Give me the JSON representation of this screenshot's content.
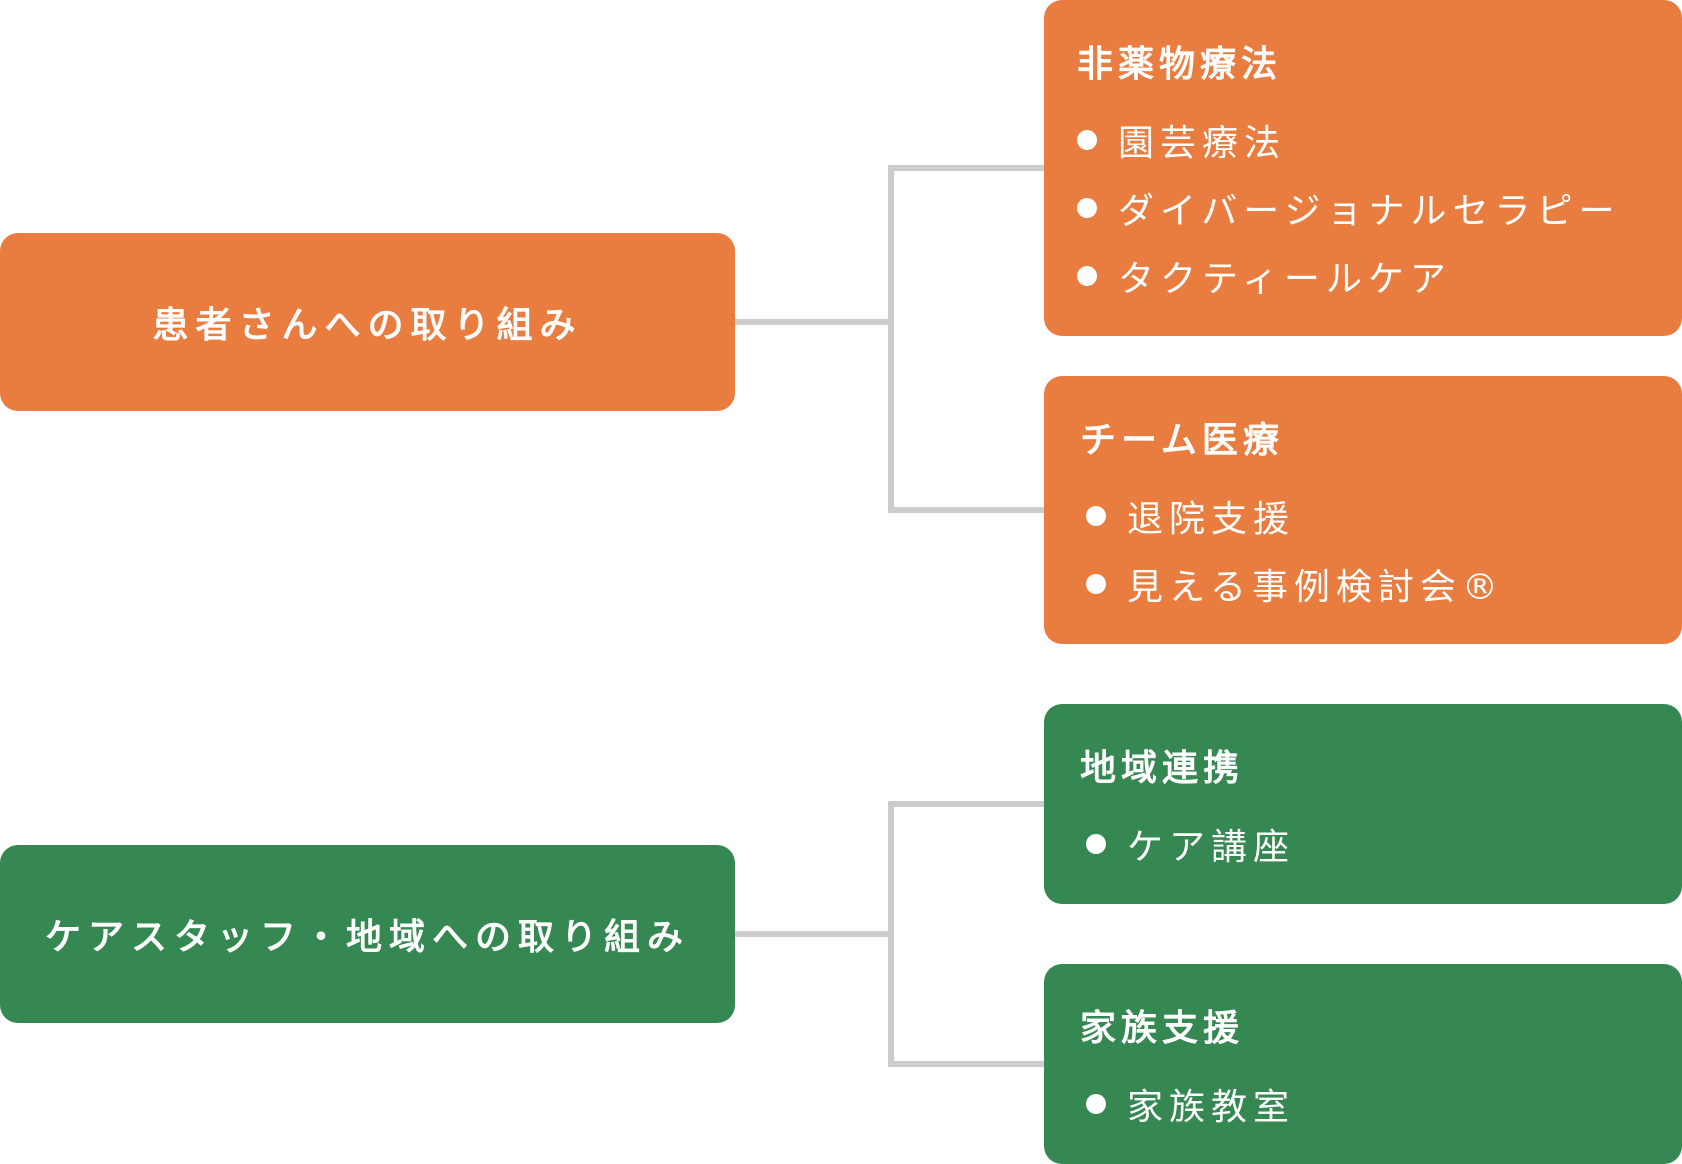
{
  "colors": {
    "orange": "#e97d40",
    "green": "#358852",
    "connector": "#cccccc"
  },
  "groups": [
    {
      "label": "患者さんへの取り組み",
      "children": [
        {
          "title": "非薬物療法",
          "items": [
            "園芸療法",
            "ダイバージョナルセラピー",
            "タクティールケア"
          ]
        },
        {
          "title": "チーム医療",
          "items": [
            "退院支援",
            "見える事例検討会®"
          ]
        }
      ]
    },
    {
      "label": "ケアスタッフ・地域への取り組み",
      "children": [
        {
          "title": "地域連携",
          "items": [
            "ケア講座"
          ]
        },
        {
          "title": "家族支援",
          "items": [
            "家族教室"
          ]
        }
      ]
    }
  ]
}
